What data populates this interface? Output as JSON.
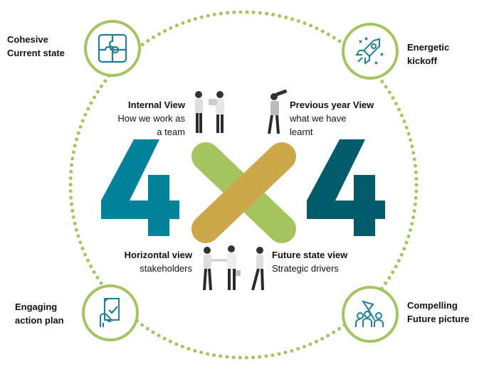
{
  "diagram": {
    "title_graphic": {
      "left_digit": "4",
      "operator": "×",
      "right_digit": "4",
      "left_color": "#00839a",
      "right_color": "#005c6a",
      "bar_green": "#a3c45f",
      "bar_gold": "#cca84a"
    },
    "ring_color": "#a3c45f",
    "corners": [
      {
        "id": "top-left",
        "line1": "Cohesive",
        "line2": "Current state",
        "icon": "puzzle-icon"
      },
      {
        "id": "top-right",
        "line1": "Energetic",
        "line2": "kickoff",
        "icon": "rocket-icon"
      },
      {
        "id": "bottom-left",
        "line1": "Engaging",
        "line2": "action plan",
        "icon": "hand-document-check-icon"
      },
      {
        "id": "bottom-right",
        "line1": "Compelling",
        "line2": "Future picture",
        "icon": "team-flag-icon"
      }
    ],
    "views": [
      {
        "id": "internal",
        "title": "Internal View",
        "line1": "How we work as",
        "line2": "a team"
      },
      {
        "id": "previous",
        "title": "Previous year View",
        "line1": "what we have",
        "line2": "learnt"
      },
      {
        "id": "horizontal",
        "title": "Horizontal view",
        "line1": "stakeholders",
        "line2": ""
      },
      {
        "id": "future",
        "title": "Future state view",
        "line1": "Strategic drivers",
        "line2": ""
      }
    ]
  }
}
